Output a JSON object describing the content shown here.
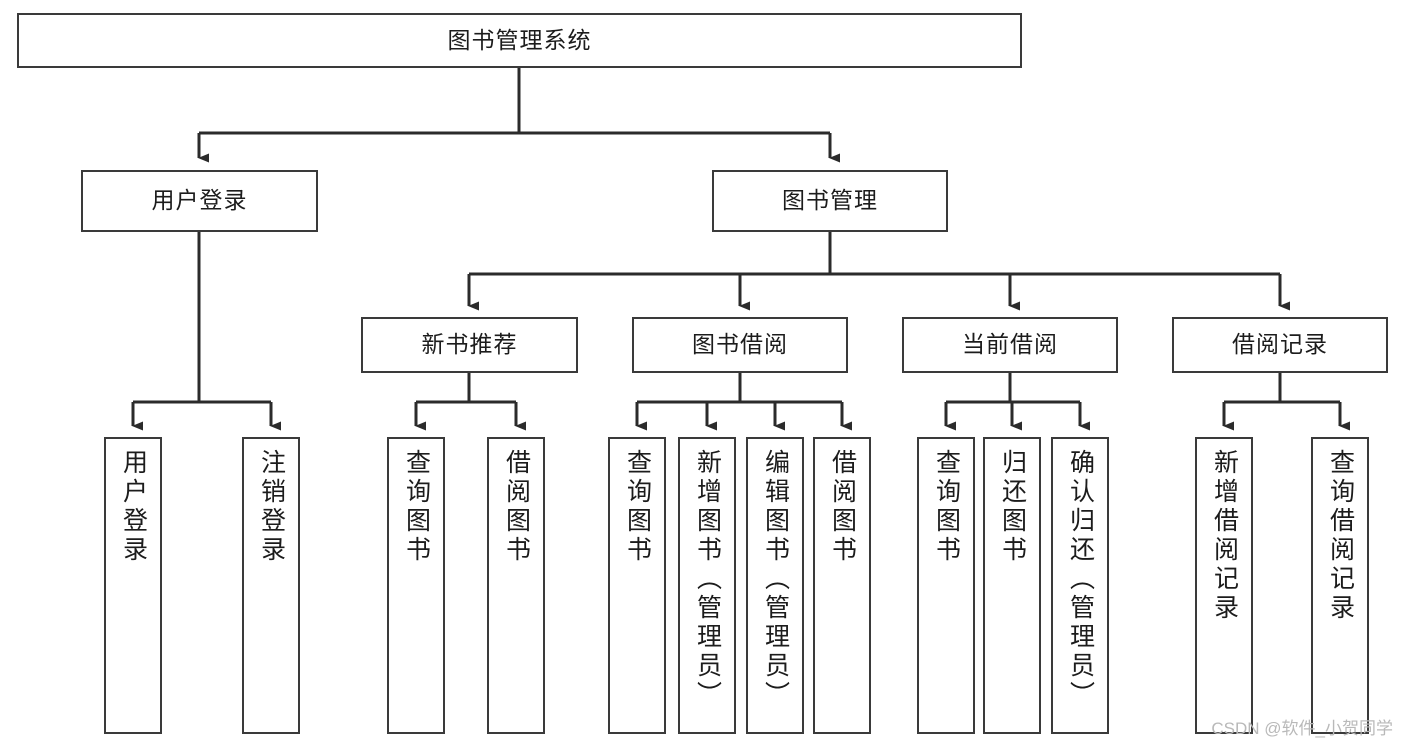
{
  "diagram": {
    "title": "图书管理系统",
    "type": "tree",
    "watermark": "CSDN @软件_小贺同学",
    "colors": {
      "box_border": "#3a3a3a",
      "box_fill": "#ffffff",
      "connector": "#2b2b2b",
      "text": "#1c1c1c",
      "watermark": "#b9b9b9"
    },
    "levels": {
      "root": {
        "label": "图书管理系统"
      },
      "level2": [
        {
          "label": "用户登录"
        },
        {
          "label": "图书管理"
        }
      ],
      "level3": [
        {
          "label": "新书推荐"
        },
        {
          "label": "图书借阅"
        },
        {
          "label": "当前借阅"
        },
        {
          "label": "借阅记录"
        }
      ],
      "leaves": [
        {
          "label": "用户登录",
          "parent": "用户登录"
        },
        {
          "label": "注销登录",
          "parent": "用户登录"
        },
        {
          "label": "查询图书",
          "parent": "新书推荐"
        },
        {
          "label": "借阅图书",
          "parent": "新书推荐"
        },
        {
          "label": "查询图书",
          "parent": "图书借阅"
        },
        {
          "label": "新增图书（管理员）",
          "parent": "图书借阅"
        },
        {
          "label": "编辑图书（管理员）",
          "parent": "图书借阅"
        },
        {
          "label": "借阅图书",
          "parent": "图书借阅"
        },
        {
          "label": "查询图书",
          "parent": "当前借阅"
        },
        {
          "label": "归还图书",
          "parent": "当前借阅"
        },
        {
          "label": "确认归还（管理员）",
          "parent": "当前借阅"
        },
        {
          "label": "新增借阅记录",
          "parent": "借阅记录"
        },
        {
          "label": "查询借阅记录",
          "parent": "借阅记录"
        }
      ]
    }
  }
}
